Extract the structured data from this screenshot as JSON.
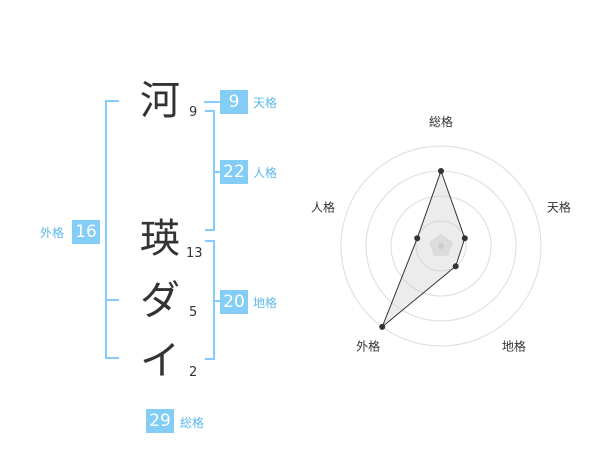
{
  "name_chars": [
    {
      "char": "河",
      "strokes": "9"
    },
    {
      "char": "瑛",
      "strokes": "13"
    },
    {
      "char": "ダ",
      "strokes": "5"
    },
    {
      "char": "イ",
      "strokes": "2"
    }
  ],
  "fortunes": {
    "tenkaku": {
      "value": "9",
      "label": "天格"
    },
    "jinkaku": {
      "value": "22",
      "label": "人格"
    },
    "chikaku": {
      "value": "20",
      "label": "地格"
    },
    "gaikaku": {
      "value": "16",
      "label": "外格"
    },
    "soukaku": {
      "value": "29",
      "label": "総格"
    }
  },
  "radar": {
    "axes": [
      "総格",
      "天格",
      "地格",
      "外格",
      "人格"
    ],
    "levels": 4,
    "values": [
      3,
      1,
      1,
      4,
      1
    ],
    "accent_color": "#84cdf6"
  }
}
